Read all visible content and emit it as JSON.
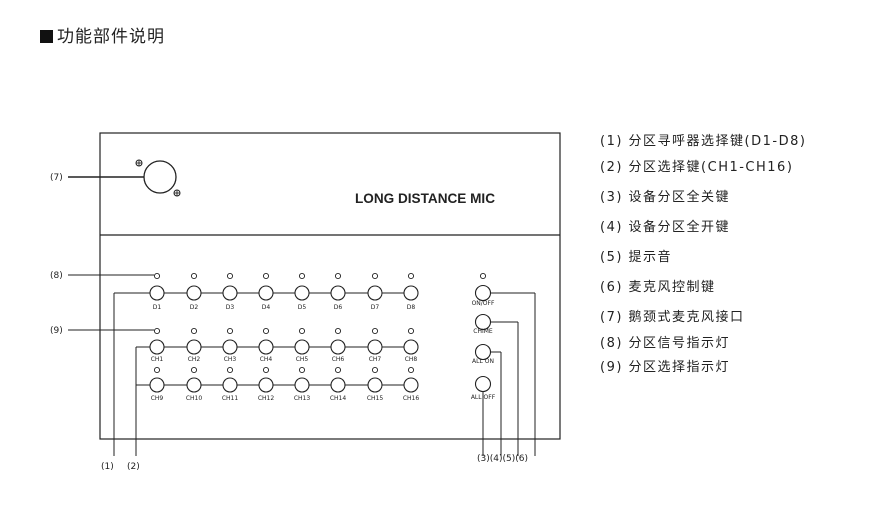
{
  "title": "功能部件说明",
  "panel": {
    "brand": "LONG DISTANCE MIC",
    "zone_buttons": [
      "D1",
      "D2",
      "D3",
      "D4",
      "D5",
      "D6",
      "D7",
      "D8"
    ],
    "channel_buttons_row1": [
      "CH1",
      "CH2",
      "CH3",
      "CH4",
      "CH5",
      "CH6",
      "CH7",
      "CH8"
    ],
    "channel_buttons_row2": [
      "CH9",
      "CH10",
      "CH11",
      "CH12",
      "CH13",
      "CH14",
      "CH15",
      "CH16"
    ],
    "control_buttons": [
      "ON/OFF",
      "CHIME",
      "ALL ON",
      "ALL OFF"
    ]
  },
  "callouts": {
    "left": [
      "(7)",
      "(8)",
      "(9)"
    ],
    "bottom_left": [
      "(1)",
      "(2)"
    ],
    "bottom_right": "(3)(4)(5)(6)"
  },
  "legend": [
    "(1) 分区寻呼器选择键(D1-D8)",
    "(2) 分区选择键(CH1-CH16)",
    "(3) 设备分区全关键",
    "(4) 设备分区全开键",
    "(5) 提示音",
    "(6) 麦克风控制键",
    "(7) 鹅颈式麦克风接口",
    "(8) 分区信号指示灯",
    "(9) 分区选择指示灯"
  ]
}
